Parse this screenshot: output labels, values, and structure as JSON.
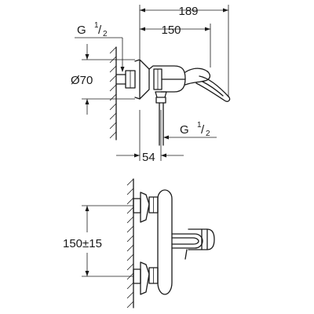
{
  "dimensions": {
    "overall_depth": "189",
    "handle_depth": "150",
    "thread_top": {
      "prefix": "G",
      "numerator": "1",
      "denominator": "2"
    },
    "thread_bottom": {
      "prefix": "G",
      "numerator": "1",
      "denominator": "2"
    },
    "rosette_diameter": "Ø70",
    "outlet_distance": "54",
    "inlet_spacing": "150±15"
  }
}
